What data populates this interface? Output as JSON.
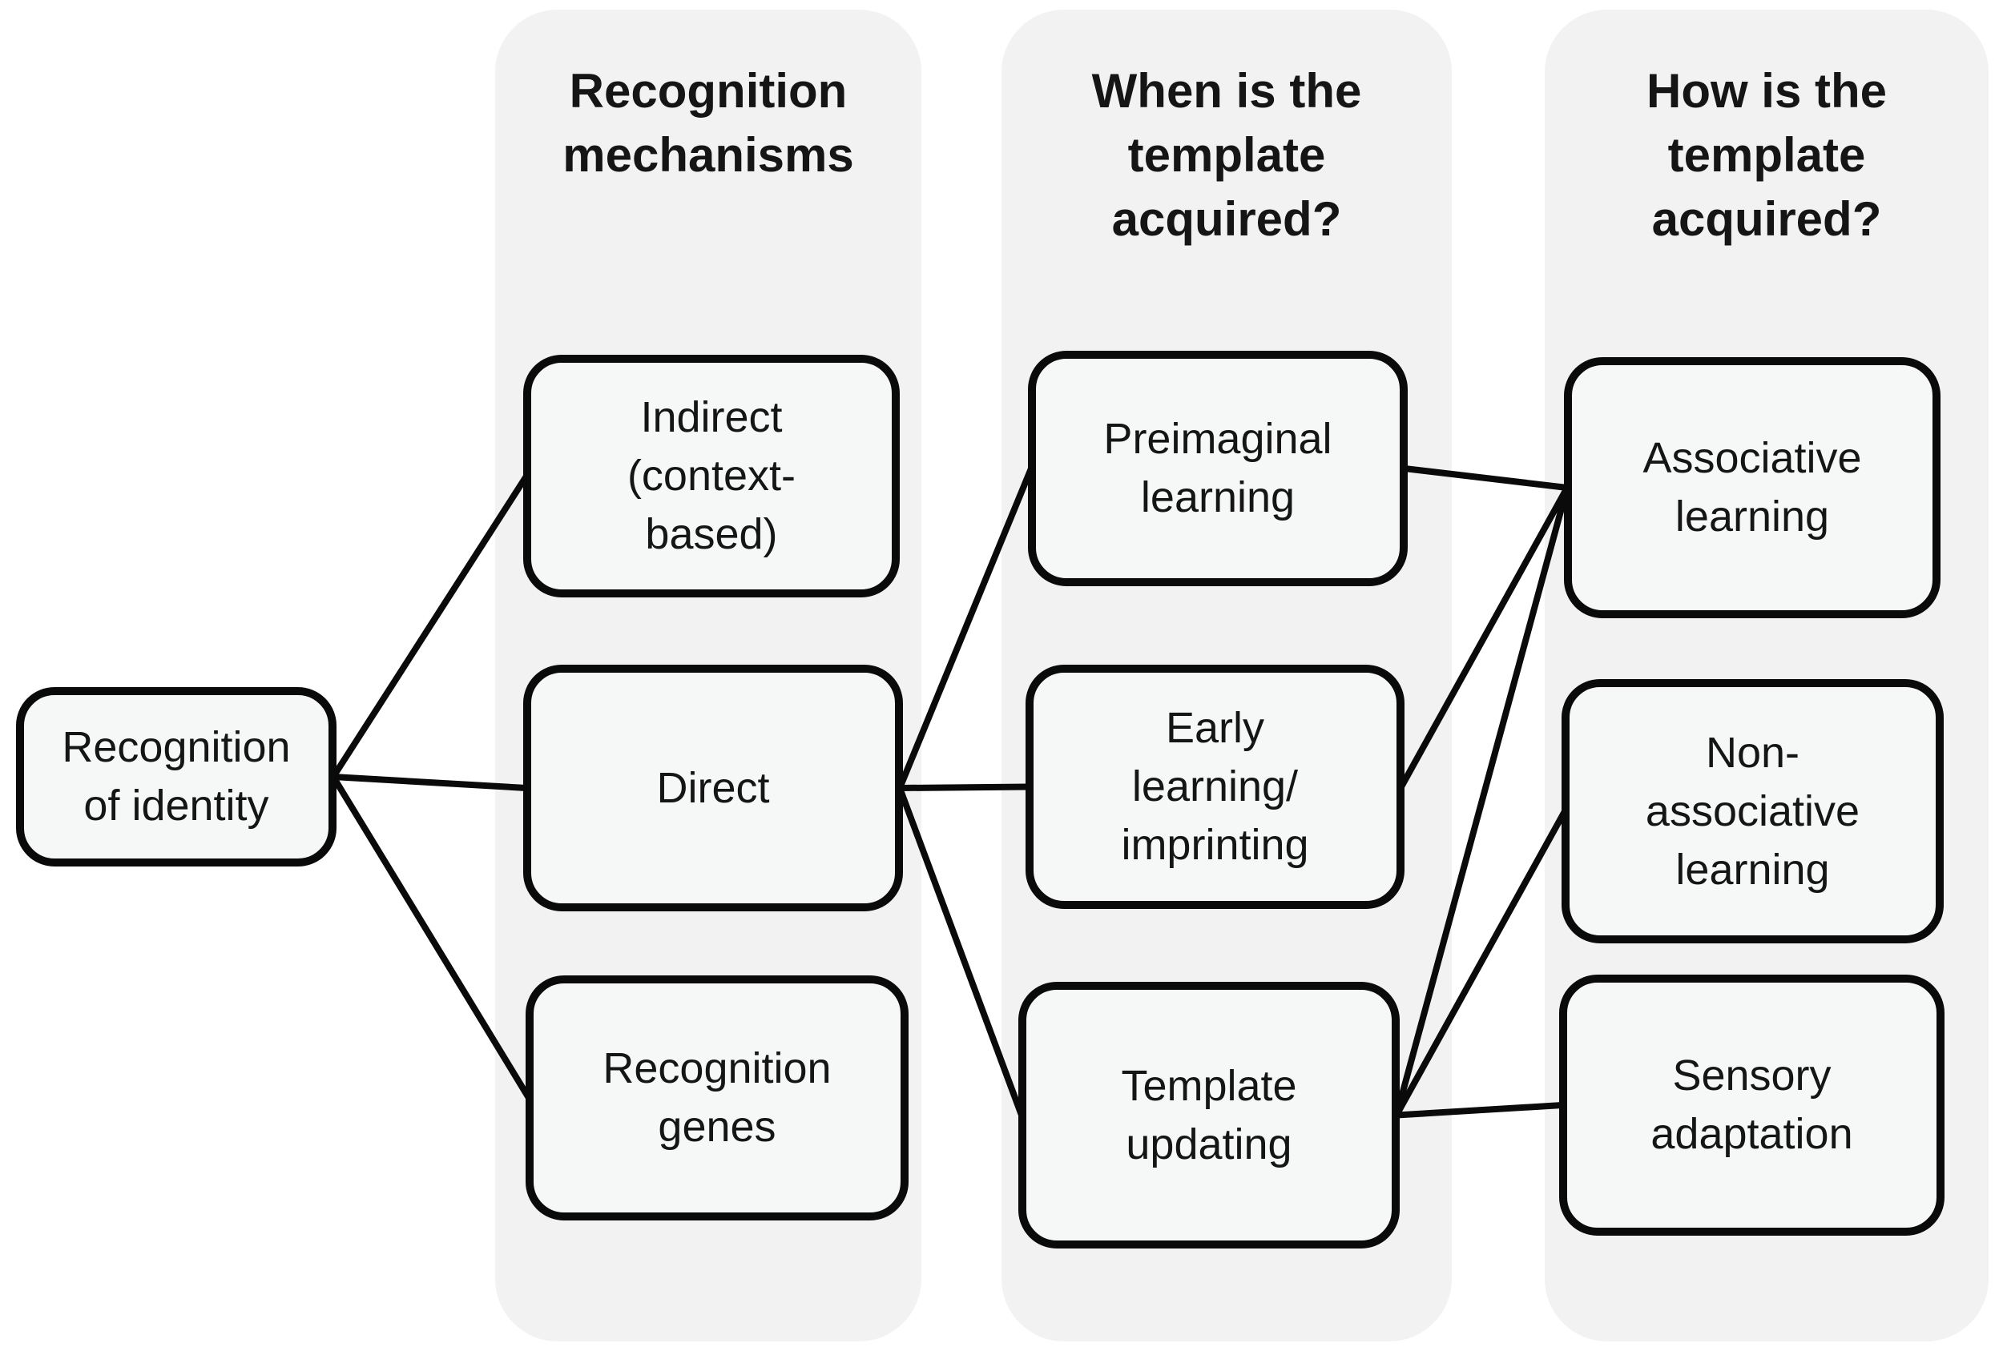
{
  "columns": [
    {
      "header": "Recognition\nmechanisms"
    },
    {
      "header": "When is the\ntemplate\nacquired?"
    },
    {
      "header": "How is the\ntemplate\nacquired?"
    }
  ],
  "nodes": {
    "identity": {
      "label": "Recognition\nof identity"
    },
    "indirect": {
      "label": "Indirect\n(context-\nbased)"
    },
    "direct": {
      "label": "Direct"
    },
    "genes": {
      "label": "Recognition\ngenes"
    },
    "preimaginal": {
      "label": "Preimaginal\nlearning"
    },
    "early": {
      "label": "Early\nlearning/\nimprinting"
    },
    "template": {
      "label": "Template\nupdating"
    },
    "associative": {
      "label": "Associative\nlearning"
    },
    "nonassociative": {
      "label": "Non-\nassociative\nlearning"
    },
    "sensory": {
      "label": "Sensory\nadaptation"
    }
  },
  "edges": [
    {
      "from": "identity",
      "to": "indirect"
    },
    {
      "from": "identity",
      "to": "direct"
    },
    {
      "from": "identity",
      "to": "genes"
    },
    {
      "from": "direct",
      "to": "preimaginal"
    },
    {
      "from": "direct",
      "to": "early"
    },
    {
      "from": "direct",
      "to": "template"
    },
    {
      "from": "preimaginal",
      "to": "associative"
    },
    {
      "from": "early",
      "to": "associative"
    },
    {
      "from": "template",
      "to": "associative"
    },
    {
      "from": "template",
      "to": "nonassociative"
    },
    {
      "from": "template",
      "to": "sensory"
    }
  ],
  "colors": {
    "background": "#ffffff",
    "band": "#f2f2f2",
    "box_fill": "#f6f7f7",
    "box_border": "#0a0a0a",
    "line": "#0a0a0a",
    "text": "#151515"
  }
}
